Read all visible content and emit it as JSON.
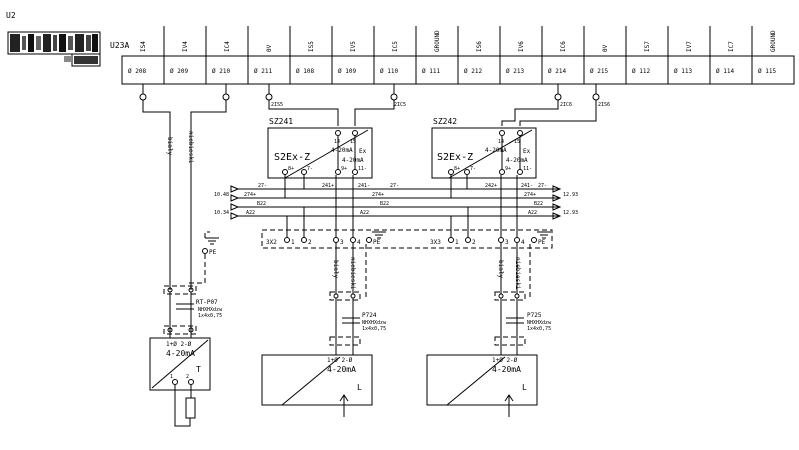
{
  "device_label": "U2",
  "strip": {
    "label": "U23A",
    "signals": [
      "IS4",
      "IV4",
      "IC4",
      "0V",
      "IS5",
      "IV5",
      "IC5",
      "GROUND",
      "IS6",
      "IV6",
      "IC6",
      "0V",
      "IS7",
      "IV7",
      "IC7",
      "GROUND"
    ],
    "terminals": [
      "208",
      "209",
      "210",
      "211",
      "108",
      "109",
      "110",
      "111",
      "212",
      "213",
      "214",
      "215",
      "112",
      "113",
      "114",
      "115"
    ]
  },
  "wire_labels": {
    "w1": "2IS5",
    "w2": "2IC5",
    "w3": "2IC6",
    "w4": "2IS6",
    "bialy": "biały",
    "niebieski": "niebieski"
  },
  "barrier1": {
    "tag": "SZ241",
    "model": "S2Ex-Z",
    "in_terms": [
      "14",
      "15"
    ],
    "in_range": "4-20mA",
    "ex": "Ex",
    "out_range": "4-20mA",
    "out_terms": [
      "8+",
      "7-",
      "9+",
      "11-"
    ],
    "out_wires": [
      "241+",
      "241-"
    ]
  },
  "barrier2": {
    "tag": "SZ242",
    "model": "S2Ex-Z",
    "in_terms": [
      "14",
      "15"
    ],
    "in_range": "4-20mA",
    "ex": "Ex",
    "out_range": "4-20mA",
    "out_terms": [
      "8+",
      "7-",
      "9+",
      "11-"
    ],
    "out_wires": [
      "242+",
      "241-"
    ]
  },
  "bus": {
    "left_1": "10.48",
    "left_2": "10.34",
    "right_1": "12.93",
    "right_2": "12.93",
    "line1": "27-",
    "line2": "274+",
    "line3": "B22",
    "line4": "A22"
  },
  "terminal_blocks": {
    "x2_label": "3X2",
    "x3_label": "3X3",
    "terms": [
      "1",
      "2",
      "3",
      "4"
    ],
    "pe": "PE"
  },
  "pe_label": "PE",
  "cables": {
    "c1": "RT-P07",
    "c2": "P724",
    "c3": "P725",
    "spec": "NHXHXdzw",
    "spec2": "1x4x0,75"
  },
  "transmitters": [
    {
      "terms": "1+Ø 2-Ø",
      "range": "4-20mA",
      "letter": "T"
    },
    {
      "terms": "1+Ø 2-Ø",
      "range": "4-20mA",
      "letter": "L"
    },
    {
      "terms": "1+Ø 2-Ø",
      "range": "4-20mA",
      "letter": "L"
    }
  ],
  "t_terms": [
    "1",
    "2"
  ]
}
